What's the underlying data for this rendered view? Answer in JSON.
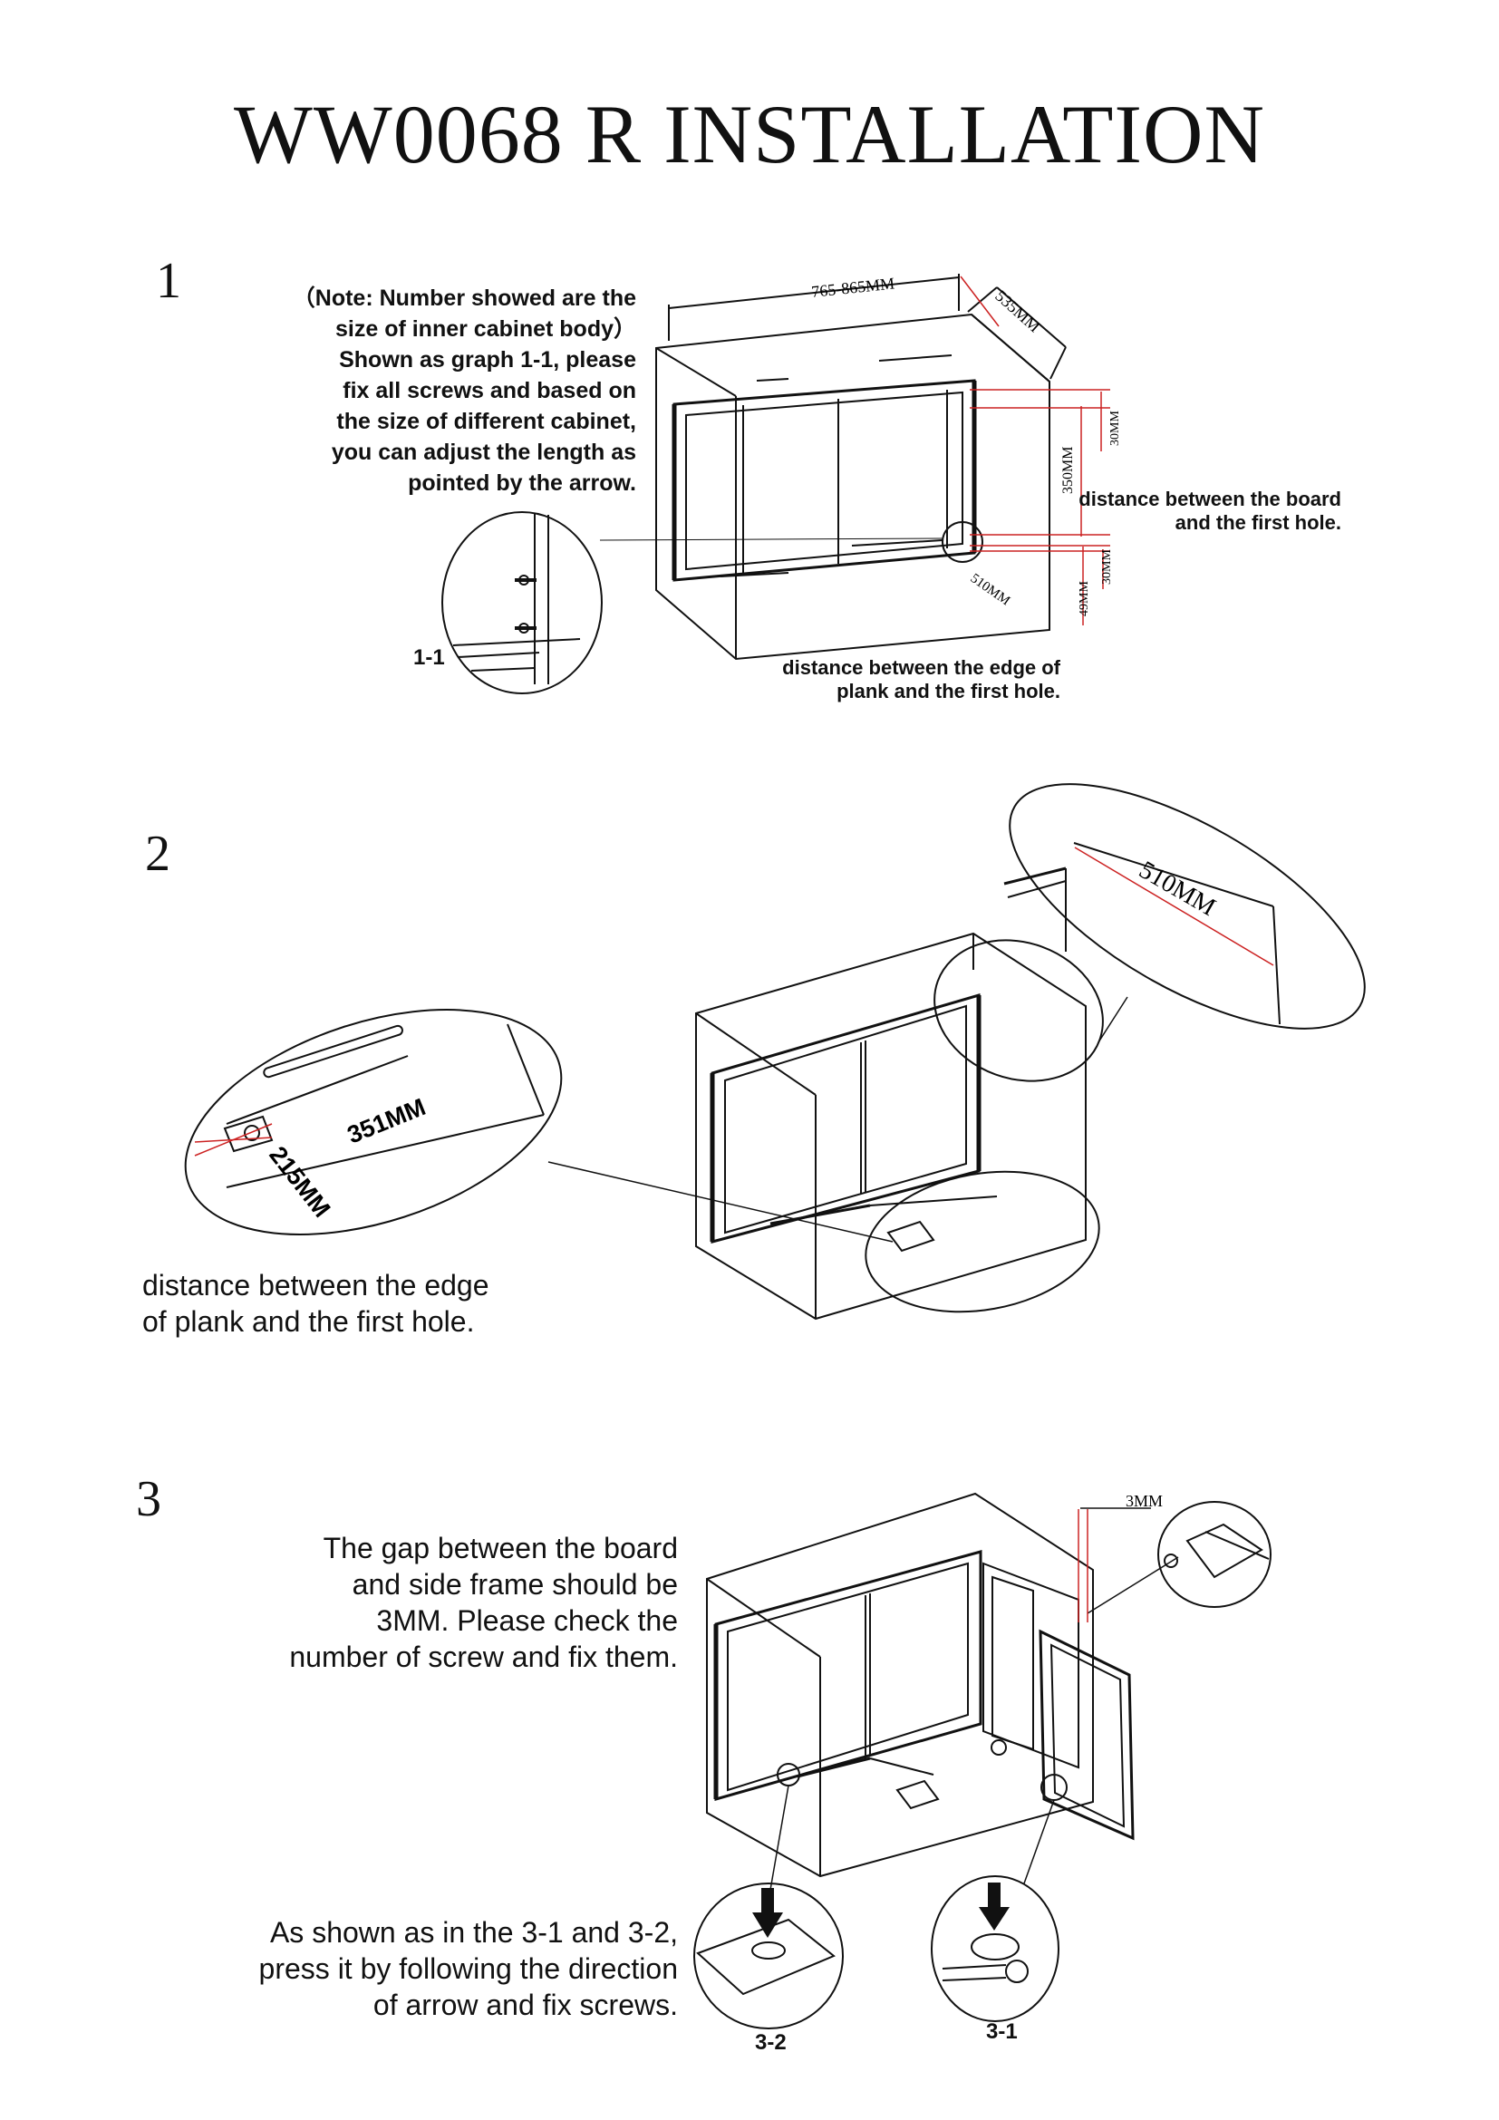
{
  "title": "WW0068 R  INSTALLATION",
  "steps": [
    {
      "number": "1",
      "note": "（Note: Number showed are the\nsize of inner cabinet body）\nShown as graph 1-1, please\nfix all screws and based on\nthe size of different cabinet,\nyou can adjust the length as\npointed by the arrow.",
      "dims": {
        "width": "765-865MM",
        "depth": "535MM",
        "height": "350MM",
        "top_offset": "30MM",
        "bottom_offset": "30MM",
        "bottom_total": "49MM",
        "rail": "510MM"
      },
      "detail_label": "1-1",
      "callout_board": "distance between the board\nand the first hole.",
      "callout_edge": "distance between the edge of\nplank and the first hole."
    },
    {
      "number": "2",
      "dims": {
        "rail": "510MM",
        "a": "351MM",
        "b": "215MM"
      },
      "caption": "distance between the edge\nof plank and the first hole."
    },
    {
      "number": "3",
      "text_gap": "The gap between the board\nand side frame should be\n3MM. Please check the\nnumber of screw and fix them.",
      "dims": {
        "gap": "3MM"
      },
      "text_press": "As shown as in the 3-1 and 3-2,\npress it by following the direction\nof arrow and fix screws.",
      "detail_labels": [
        "3-2",
        "3-1"
      ]
    }
  ],
  "colors": {
    "ink": "#111111",
    "dimension": "#cc2222"
  }
}
